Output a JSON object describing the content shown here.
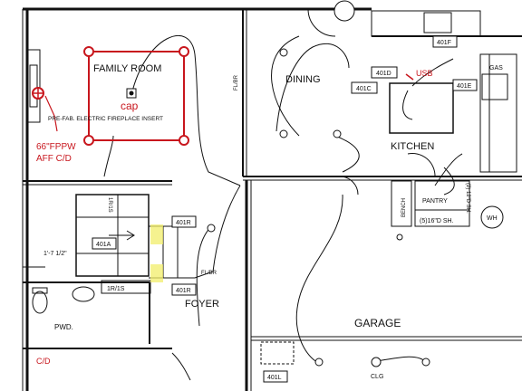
{
  "rooms": {
    "family_room": "FAMILY ROOM",
    "dining": "DINING",
    "kitchen": "KITCHEN",
    "foyer": "FOYER",
    "garage": "GARAGE",
    "pwd": "PWD.",
    "pantry": "PANTRY",
    "bench": "BENCH",
    "shelving": "(5)16\"D SH.",
    "wh": "WH",
    "gas": "GAS"
  },
  "notes": {
    "fireplace": "PRE-FAB. ELECTRIC FIREPLACE INSERT",
    "fl_br_top": "FL/BR",
    "fl_br_foyer": "FL/BR",
    "dimension": "1'-7 1/2\"",
    "shelf_label": "(2) 12\"D SH.",
    "clg": "CLG",
    "closet": "1R/1S",
    "closet_side": "1R/1S"
  },
  "red_notes": {
    "cap": "cap",
    "fppw_line1": "66\"FPPW",
    "fppw_line2": "AFF C/D",
    "usb": "USB",
    "cd": "C/D"
  },
  "tags": {
    "t401F": "401F",
    "t401D": "401D",
    "t401C": "401C",
    "t401E": "401E",
    "t401R_top": "401R",
    "t401R_bottom": "401R",
    "t401A": "401A",
    "t401L": "401L"
  },
  "colors": {
    "line": "#111111",
    "red_markup": "#c8161d",
    "highlight": "#f2ee6a"
  }
}
